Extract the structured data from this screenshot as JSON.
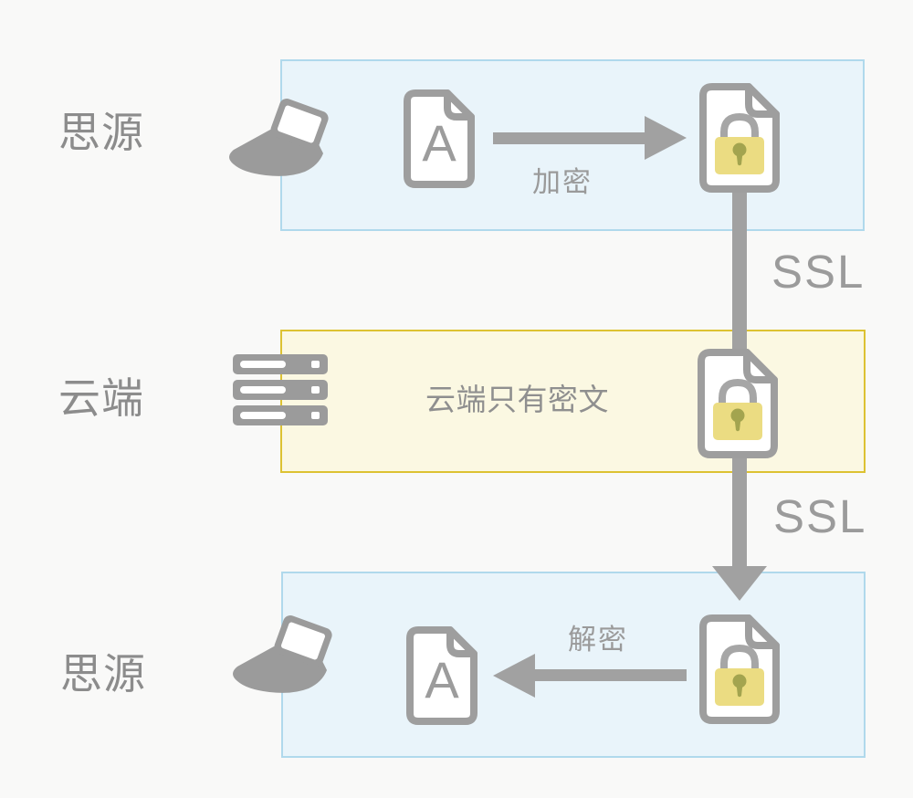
{
  "zones": {
    "client_top": {
      "row_label": "思源",
      "device_icon": "laptop-icon",
      "flow_label": "加密",
      "document_letter": "A"
    },
    "cloud": {
      "row_label": "云端",
      "device_icon": "server-icon",
      "zone_text": "云端只有密文"
    },
    "client_bottom": {
      "row_label": "思源",
      "device_icon": "laptop-icon",
      "flow_label": "解密",
      "document_letter": "A"
    }
  },
  "connections": {
    "ssl_upper": "SSL",
    "ssl_lower": "SSL"
  },
  "colors": {
    "background": "#f9f9f8",
    "client_zone_fill": "#e9f4fa",
    "client_zone_border": "#b0d9ec",
    "cloud_zone_fill": "#fbf8e2",
    "cloud_zone_border": "#ddc232",
    "icon_gray": "#9b9b9b",
    "arrow_gray": "#a1a1a1",
    "label_text_gray": "#8c8c8c",
    "lock_body_yellow": "#ebdc82",
    "lock_keyhole_olive": "#a3a44f"
  }
}
